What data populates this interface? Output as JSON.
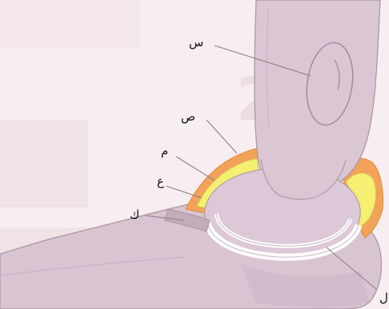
{
  "diagram": {
    "labels": {
      "sin": "س",
      "sad": "ص",
      "mim": "م",
      "ayn": "ع",
      "kaf": "ك",
      "lam": "ل"
    }
  },
  "colors": {
    "bone": "#dcc9d6",
    "bone_shade": "#c8b2c2",
    "outline": "#9b8a95",
    "cartilage_outer": "#ffffff",
    "cartilage_stroke": "#c7bcc3",
    "capsule_orange": "#f3a25a",
    "synovial_yellow": "#f3ef76",
    "watermark": "#eddfe2",
    "leader": "#8a7f86"
  }
}
